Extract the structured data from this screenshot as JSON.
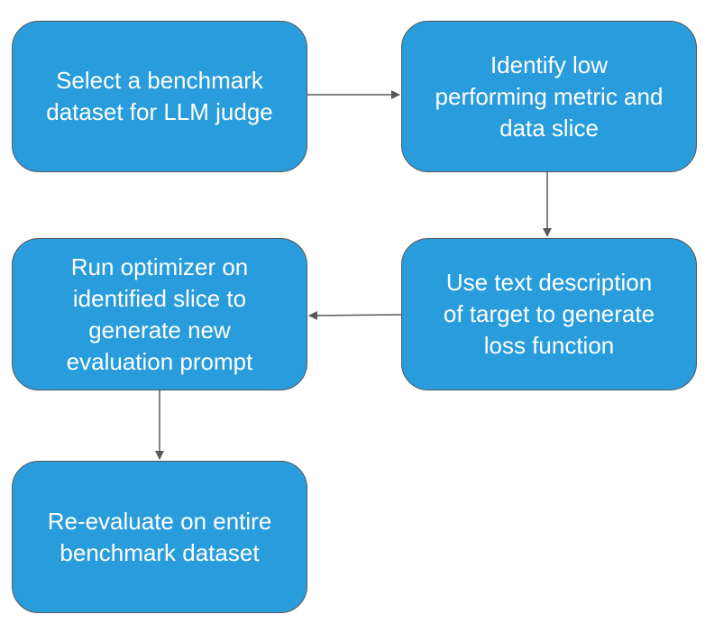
{
  "colors": {
    "box_fill": "#299cdc",
    "box_border": "#595959",
    "box_text": "#ffffff",
    "arrow": "#595959"
  },
  "steps": [
    {
      "id": "select-benchmark",
      "lines": [
        "Select a benchmark",
        "dataset for LLM judge"
      ]
    },
    {
      "id": "identify-low-performing",
      "lines": [
        "Identify low",
        "performing metric and",
        "data slice"
      ]
    },
    {
      "id": "generate-loss-function",
      "lines": [
        "Use text description",
        "of target to generate",
        "loss function"
      ]
    },
    {
      "id": "run-optimizer",
      "lines": [
        "Run optimizer on",
        "identified slice to",
        "generate new",
        "evaluation prompt"
      ]
    },
    {
      "id": "re-evaluate",
      "lines": [
        "Re-evaluate on entire",
        "benchmark dataset"
      ]
    }
  ],
  "connections": [
    {
      "from": "select-benchmark",
      "to": "identify-low-performing"
    },
    {
      "from": "identify-low-performing",
      "to": "generate-loss-function"
    },
    {
      "from": "generate-loss-function",
      "to": "run-optimizer"
    },
    {
      "from": "run-optimizer",
      "to": "re-evaluate"
    }
  ]
}
